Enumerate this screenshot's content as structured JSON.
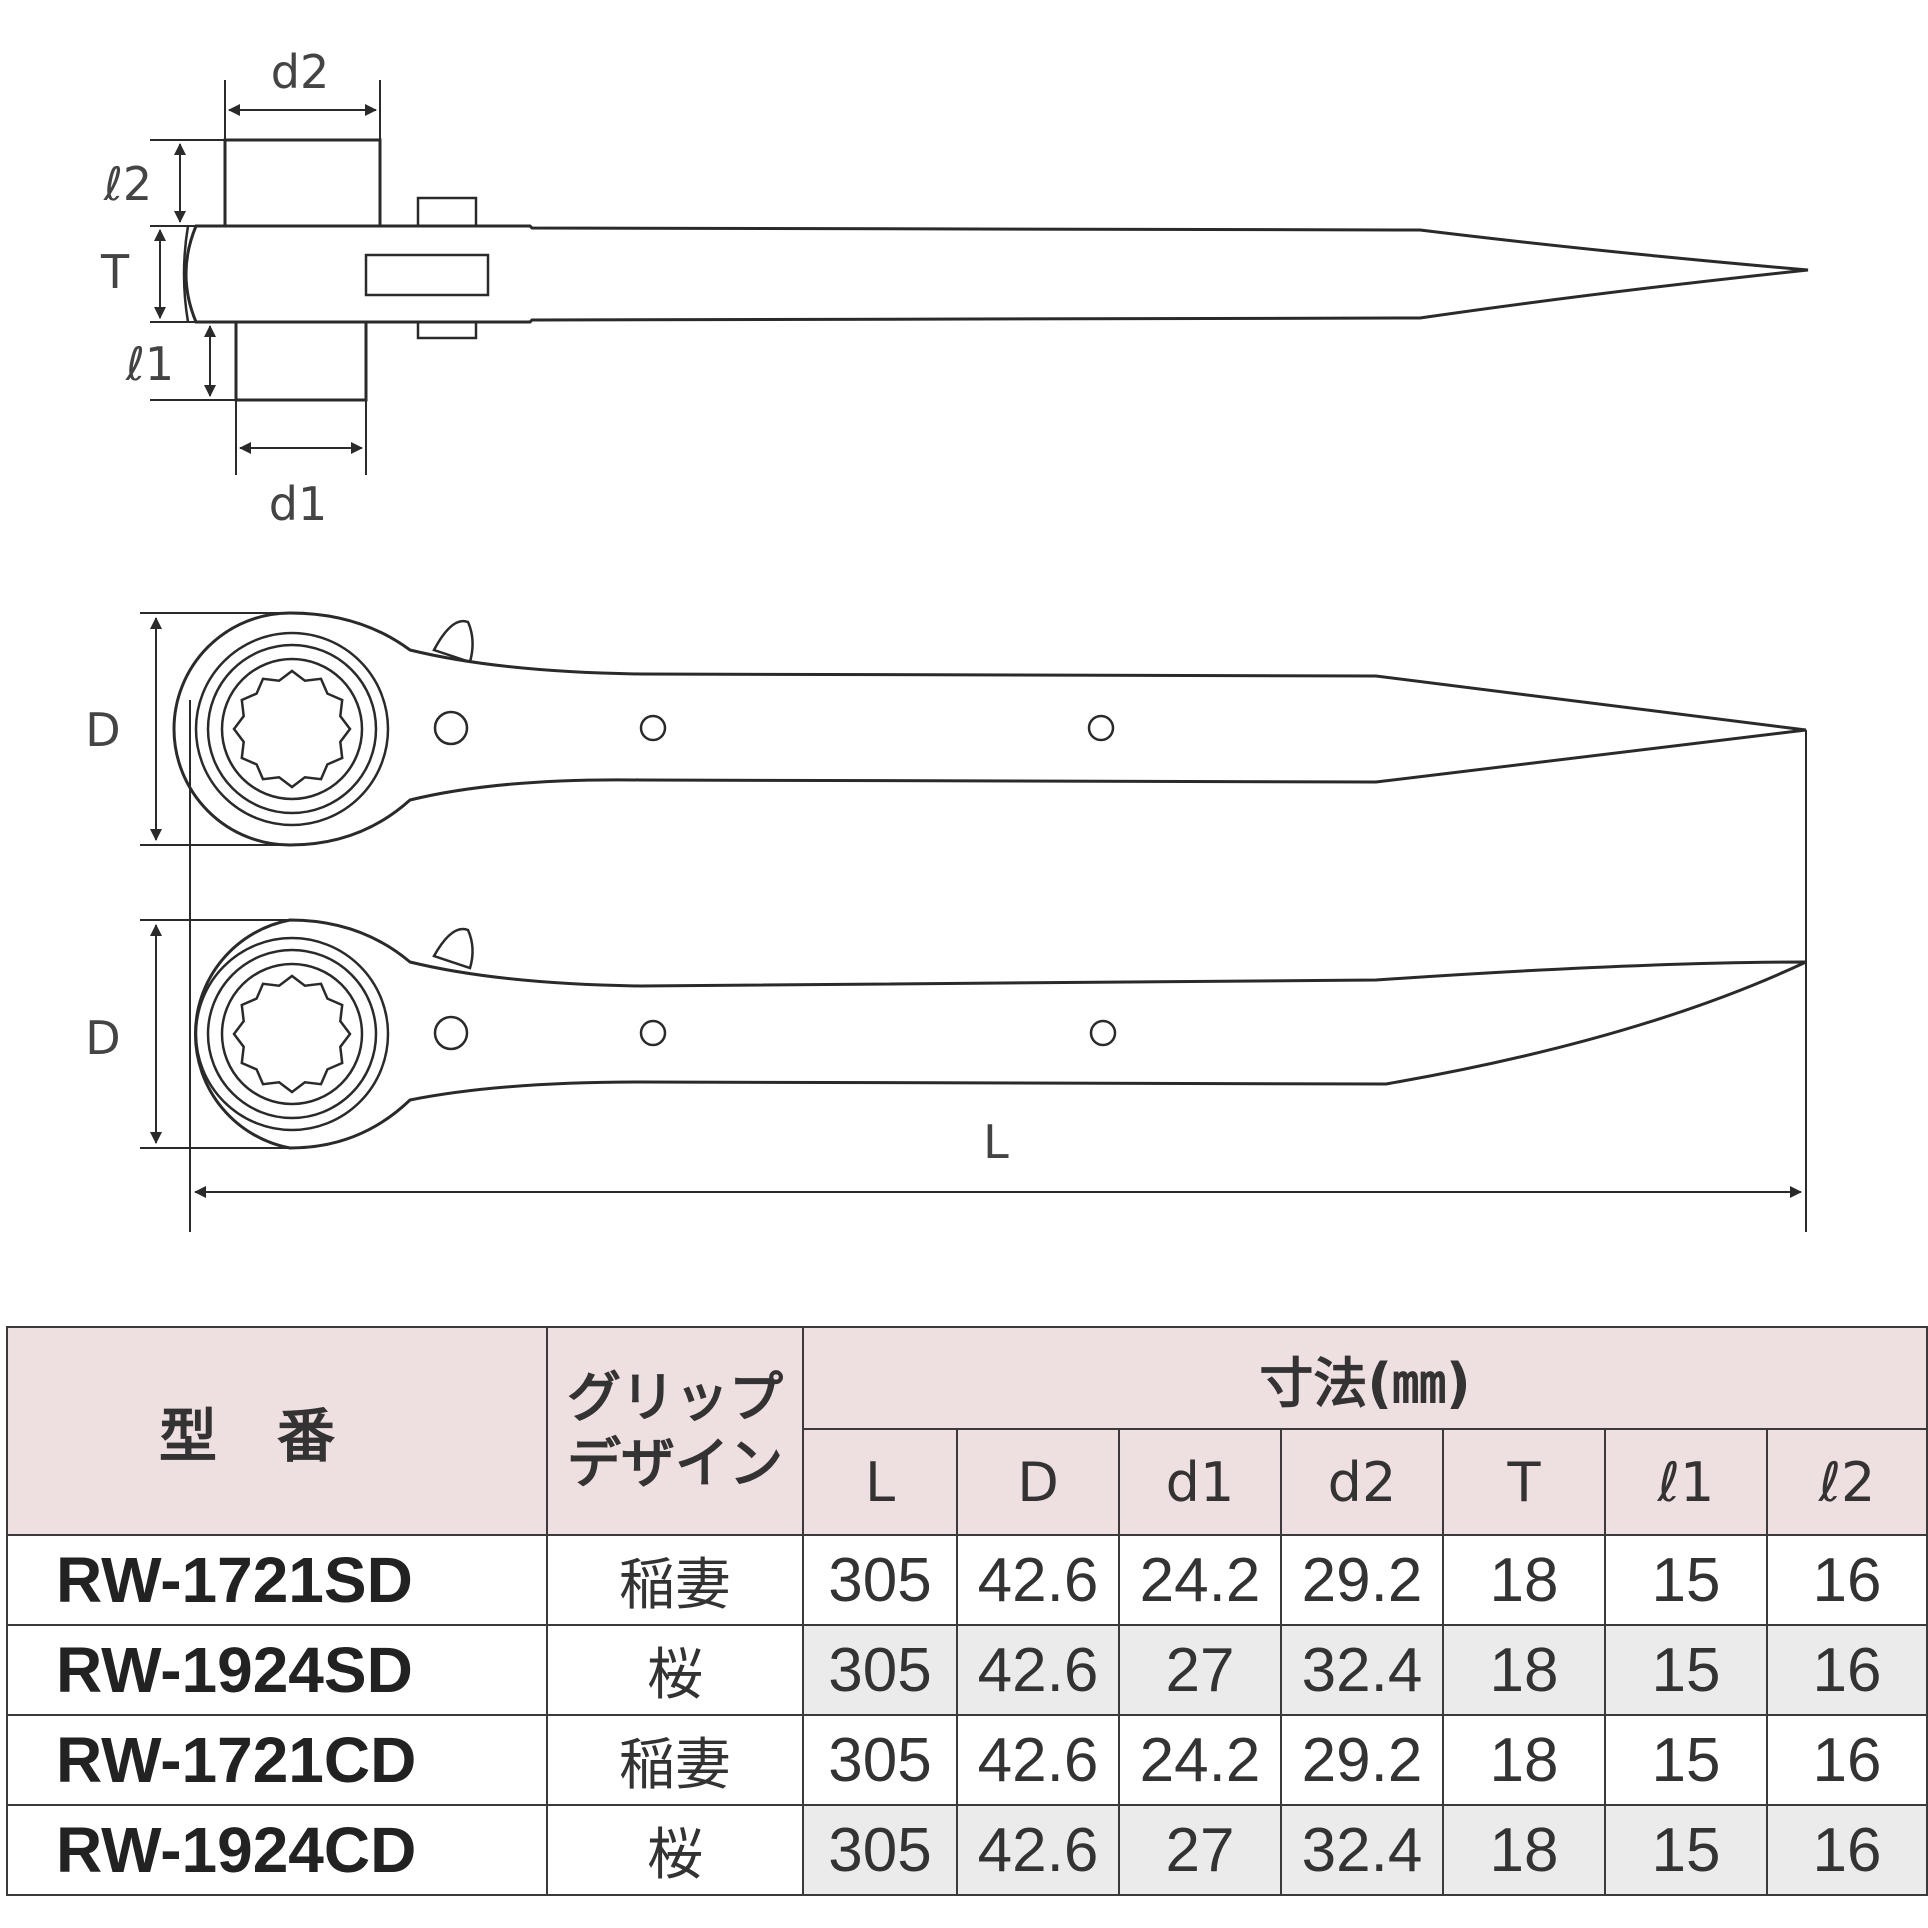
{
  "diagram": {
    "labels": {
      "d2": "d2",
      "l2": "ℓ2",
      "T": "T",
      "l1": "ℓ1",
      "d1": "d1",
      "D_top": "D",
      "D_bottom": "D",
      "L": "L"
    }
  },
  "table": {
    "header": {
      "model": "型番",
      "grip_line1": "グリップ",
      "grip_line2": "デザイン",
      "dimensions": "寸法(㎜)",
      "columns": [
        "L",
        "D",
        "d1",
        "d2",
        "T",
        "ℓ1",
        "ℓ2"
      ]
    },
    "rows": [
      {
        "model": "RW-1721SD",
        "grip": "稲妻",
        "values": [
          "305",
          "42.6",
          "24.2",
          "29.2",
          "18",
          "15",
          "16"
        ]
      },
      {
        "model": "RW-1924SD",
        "grip": "桜",
        "values": [
          "305",
          "42.6",
          "27",
          "32.4",
          "18",
          "15",
          "16"
        ]
      },
      {
        "model": "RW-1721CD",
        "grip": "稲妻",
        "values": [
          "305",
          "42.6",
          "24.2",
          "29.2",
          "18",
          "15",
          "16"
        ]
      },
      {
        "model": "RW-1924CD",
        "grip": "桜",
        "values": [
          "305",
          "42.6",
          "27",
          "32.4",
          "18",
          "15",
          "16"
        ]
      }
    ]
  }
}
